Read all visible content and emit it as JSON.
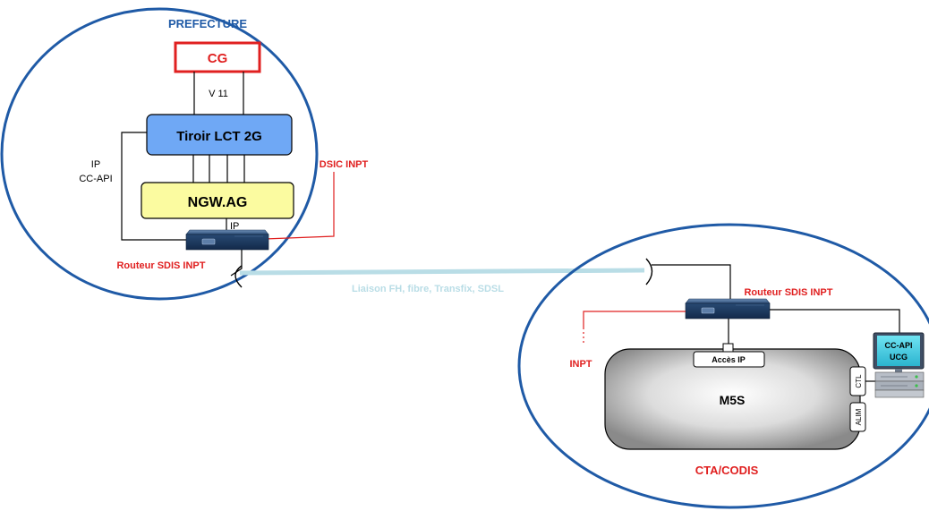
{
  "colors": {
    "ellipse_stroke": "#1f5aa6",
    "prefecture_title": "#1f5aa6",
    "red": "#e02020",
    "lct_fill": "#6fa8f5",
    "ngw_fill": "#fbfba0",
    "link": "#b9dde6"
  },
  "prefecture": {
    "title": "PREFECTURE",
    "cg": "CG",
    "v11": "V 11",
    "lct": "Tiroir LCT 2G",
    "ngw": "NGW.AG",
    "ip_left_1": "IP",
    "ip_left_2": "CC-API",
    "ip_router": "IP",
    "dsic": "DSIC INPT",
    "router": "Routeur SDIS INPT"
  },
  "link": {
    "label": "Liaison FH, fibre, Transfix, SDSL"
  },
  "cta": {
    "title": "CTA/CODIS",
    "router": "Routeur SDIS INPT",
    "inpt": "INPT",
    "acces_ip": "Accès IP",
    "m5s": "M5S",
    "ctl": "CTL",
    "alim": "ALIM",
    "pc_line1": "CC-API",
    "pc_line2": "UCG"
  }
}
